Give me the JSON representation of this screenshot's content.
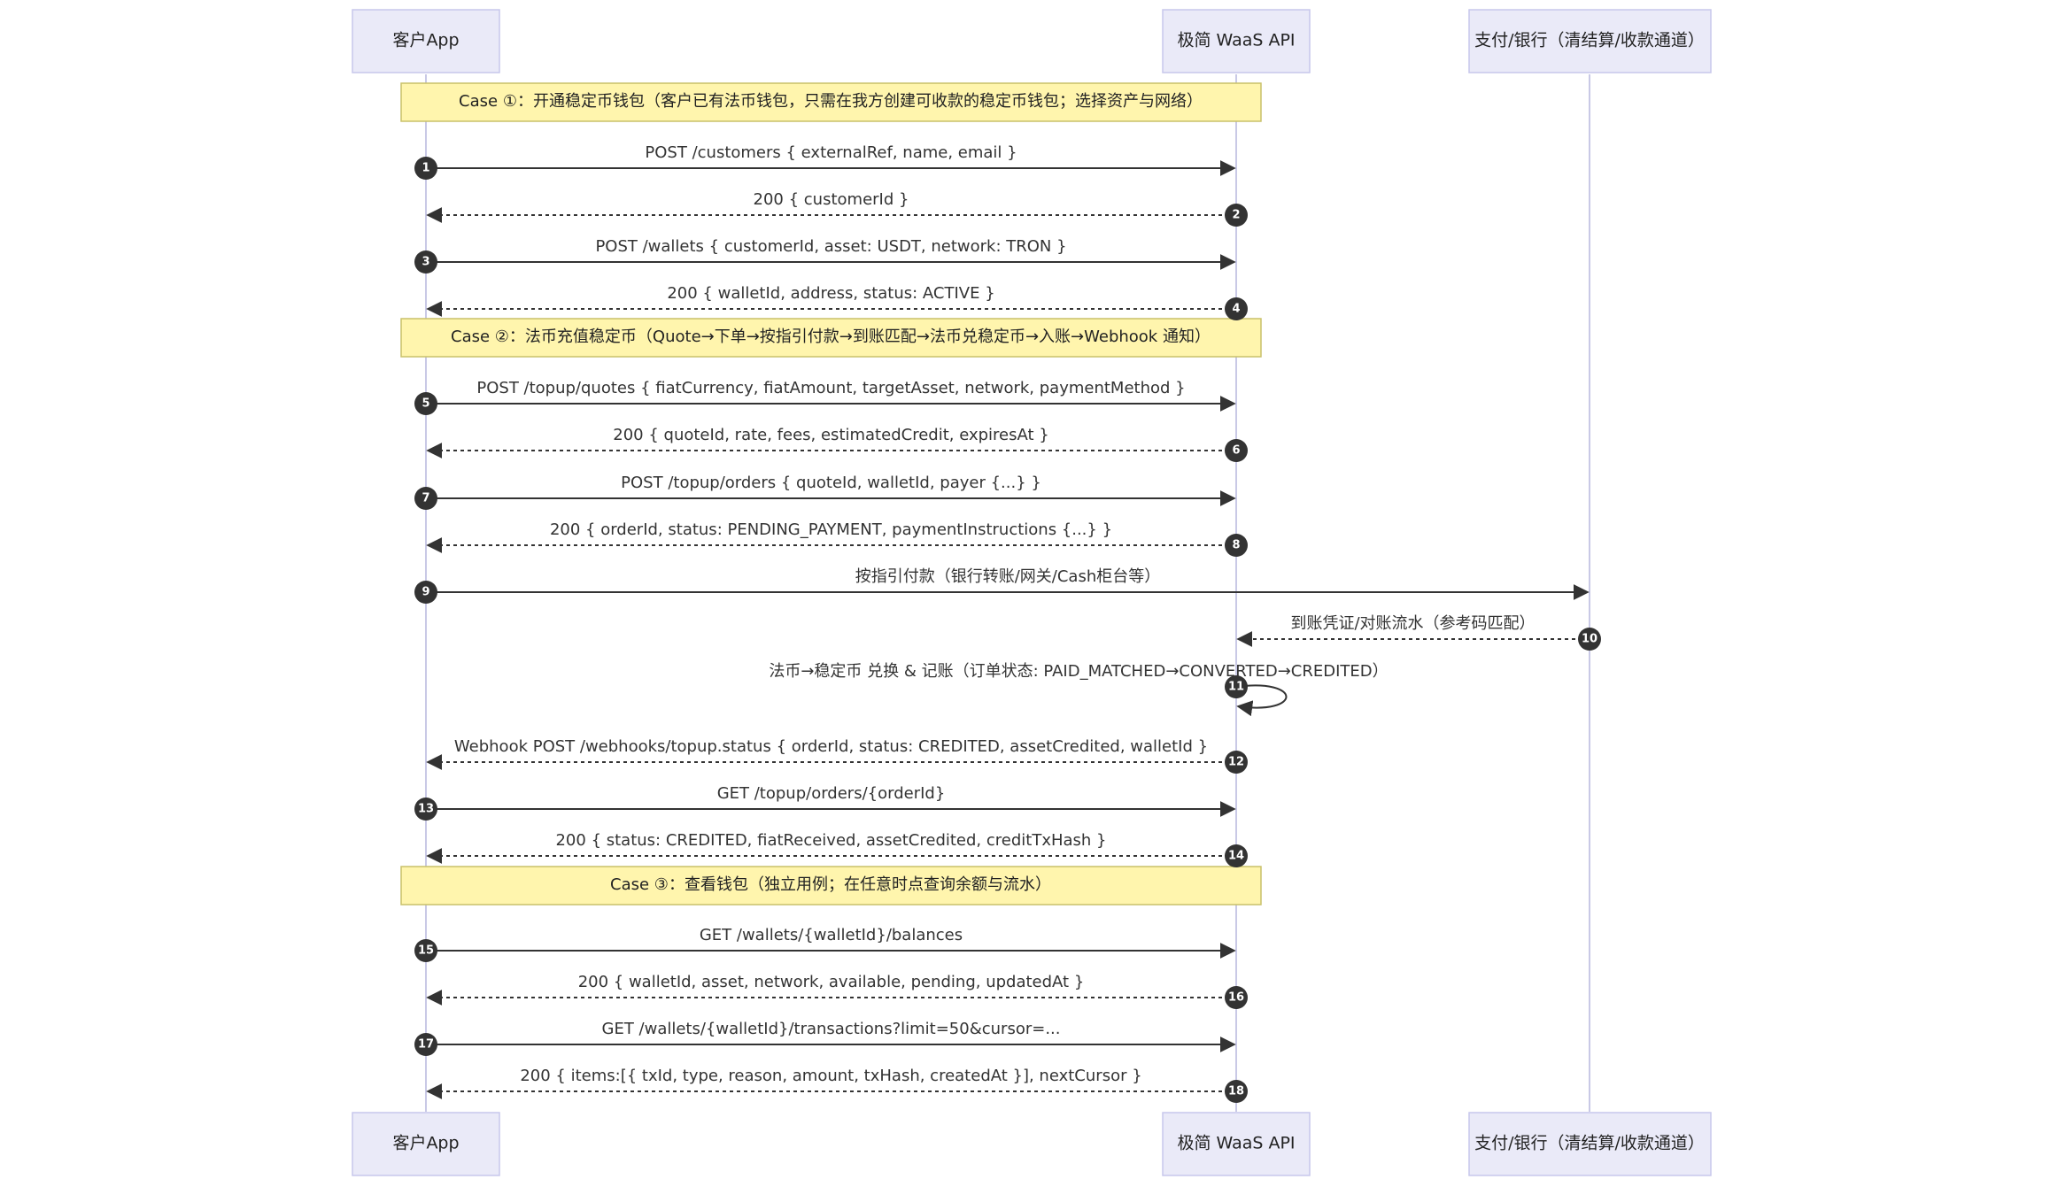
{
  "participants": [
    {
      "id": "app",
      "label": "客户App"
    },
    {
      "id": "api",
      "label": "极简 WaaS API"
    },
    {
      "id": "bank",
      "label": "支付/银行（清结算/收款通道）"
    }
  ],
  "notes": [
    {
      "text": "Case ①：开通稳定币钱包（客户已有法币钱包，只需在我方创建可收款的稳定币钱包；选择资产与网络）"
    },
    {
      "text": "Case ②：法币充值稳定币（Quote→下单→按指引付款→到账匹配→法币兑稳定币→入账→Webhook 通知）"
    },
    {
      "text": "Case ③：查看钱包（独立用例；在任意时点查询余额与流水）"
    }
  ],
  "messages": [
    {
      "num": "1",
      "from": "app",
      "to": "api",
      "style": "solid",
      "text": "POST /customers { externalRef, name, email }"
    },
    {
      "num": "2",
      "from": "api",
      "to": "app",
      "style": "dashed",
      "text": "200 { customerId }"
    },
    {
      "num": "3",
      "from": "app",
      "to": "api",
      "style": "solid",
      "text": "POST /wallets { customerId, asset: USDT, network: TRON }"
    },
    {
      "num": "4",
      "from": "api",
      "to": "app",
      "style": "dashed",
      "text": "200 { walletId, address, status: ACTIVE }"
    },
    {
      "num": "5",
      "from": "app",
      "to": "api",
      "style": "solid",
      "text": "POST /topup/quotes { fiatCurrency, fiatAmount, targetAsset, network, paymentMethod }"
    },
    {
      "num": "6",
      "from": "api",
      "to": "app",
      "style": "dashed",
      "text": "200 { quoteId, rate, fees, estimatedCredit, expiresAt }"
    },
    {
      "num": "7",
      "from": "app",
      "to": "api",
      "style": "solid",
      "text": "POST /topup/orders { quoteId, walletId, payer {...} }"
    },
    {
      "num": "8",
      "from": "api",
      "to": "app",
      "style": "dashed",
      "text": "200 { orderId, status: PENDING_PAYMENT, paymentInstructions {...} }"
    },
    {
      "num": "9",
      "from": "app",
      "to": "bank",
      "style": "solid",
      "text": "按指引付款（银行转账/网关/Cash柜台等）"
    },
    {
      "num": "10",
      "from": "bank",
      "to": "api",
      "style": "dashed",
      "text": "到账凭证/对账流水（参考码匹配）"
    },
    {
      "num": "11",
      "from": "api",
      "to": "api",
      "style": "solid",
      "text": "法币→稳定币 兑换 & 记账（订单状态: PAID_MATCHED→CONVERTED→CREDITED）"
    },
    {
      "num": "12",
      "from": "api",
      "to": "app",
      "style": "dashed",
      "text": "Webhook POST /webhooks/topup.status { orderId, status: CREDITED, assetCredited, walletId }"
    },
    {
      "num": "13",
      "from": "app",
      "to": "api",
      "style": "solid",
      "text": "GET /topup/orders/{orderId}"
    },
    {
      "num": "14",
      "from": "api",
      "to": "app",
      "style": "dashed",
      "text": "200 { status: CREDITED, fiatReceived, assetCredited, creditTxHash }"
    },
    {
      "num": "15",
      "from": "app",
      "to": "api",
      "style": "solid",
      "text": "GET /wallets/{walletId}/balances"
    },
    {
      "num": "16",
      "from": "api",
      "to": "app",
      "style": "dashed",
      "text": "200 { walletId, asset, network, available, pending, updatedAt }"
    },
    {
      "num": "17",
      "from": "app",
      "to": "api",
      "style": "solid",
      "text": "GET /wallets/{walletId}/transactions?limit=50&cursor=..."
    },
    {
      "num": "18",
      "from": "api",
      "to": "app",
      "style": "dashed",
      "text": "200 { items:[{ txId, type, reason, amount, txHash, createdAt }], nextCursor }"
    }
  ]
}
